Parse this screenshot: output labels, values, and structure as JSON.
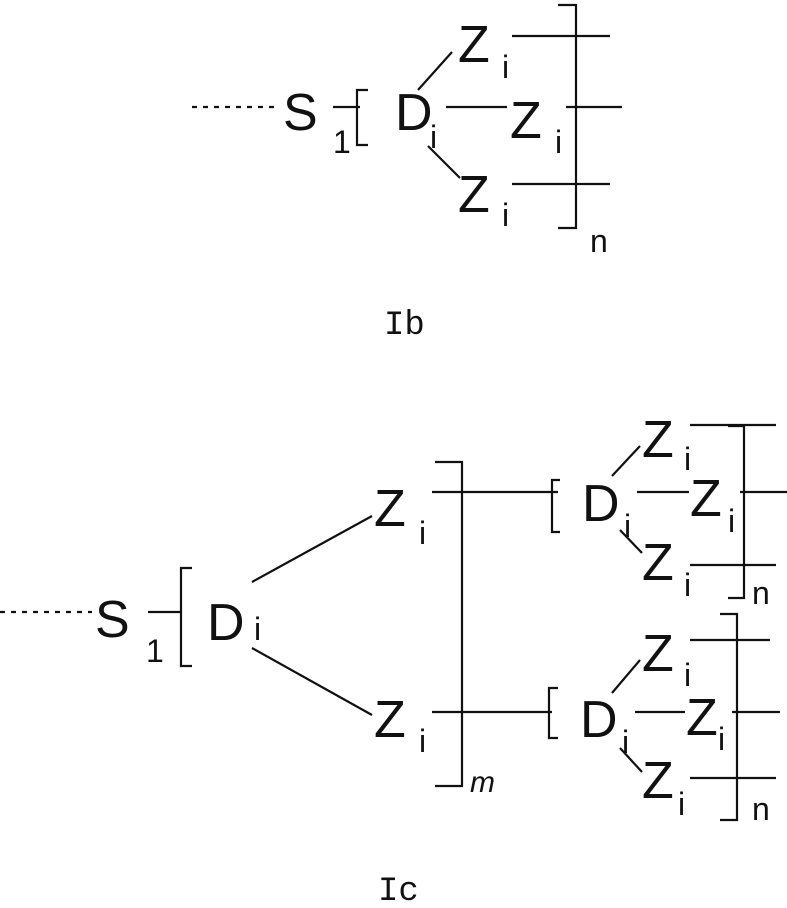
{
  "symbols": {
    "S": "S",
    "D": "D",
    "Z": "Z",
    "sub_1": "1",
    "sub_i": "i",
    "n": "n",
    "m": "m"
  },
  "captions": {
    "ib": "Ib",
    "ic": "Ic"
  }
}
